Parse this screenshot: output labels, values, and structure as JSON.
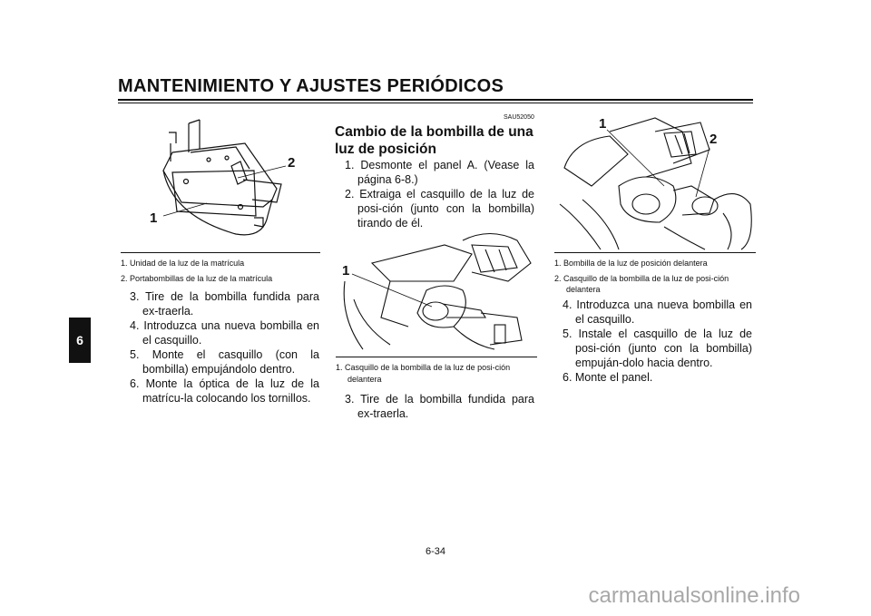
{
  "header": {
    "title": "MANTENIMIENTO Y AJUSTES PERIÓDICOS"
  },
  "side_tab": "6",
  "left_column": {
    "figure_callouts": [
      "1",
      "2"
    ],
    "captions": [
      "1.  Unidad de la luz de la matrícula",
      "2.  Portabombillas de la luz de la matrícula"
    ],
    "steps": [
      "3. Tire de la bombilla fundida para ex-traerla.",
      "4. Introduzca una nueva bombilla en el casquillo.",
      "5. Monte el casquillo (con la bombilla) empujándolo dentro.",
      "6. Monte la óptica de la luz de la matrícu-la colocando los tornillos."
    ]
  },
  "middle_column": {
    "code": "SAU52050",
    "title": "Cambio de la bombilla de una luz de posición",
    "steps_top": [
      "1. Desmonte el panel A. (Vease la página 6-8.)",
      "2. Extraiga el casquillo de la luz de posi-ción (junto con la bombilla) tirando de él."
    ],
    "figure_callouts": [
      "1"
    ],
    "captions": [
      "1.  Casquillo de la bombilla de la luz de posi-ción delantera"
    ],
    "steps_bottom": [
      "3. Tire de la bombilla fundida para ex-traerla."
    ]
  },
  "right_column": {
    "figure_callouts": [
      "1",
      "2"
    ],
    "captions": [
      "1.  Bombilla de la luz de posición delantera",
      "2.  Casquillo de la bombilla de la luz de posi-ción delantera"
    ],
    "steps": [
      "4. Introduzca una nueva bombilla en el casquillo.",
      "5. Instale el casquillo de la luz de posi-ción (junto con la bombilla) empuján-dolo hacia dentro.",
      "6. Monte el panel."
    ]
  },
  "page_number": "6-34",
  "watermark": "carmanualsonline.info"
}
